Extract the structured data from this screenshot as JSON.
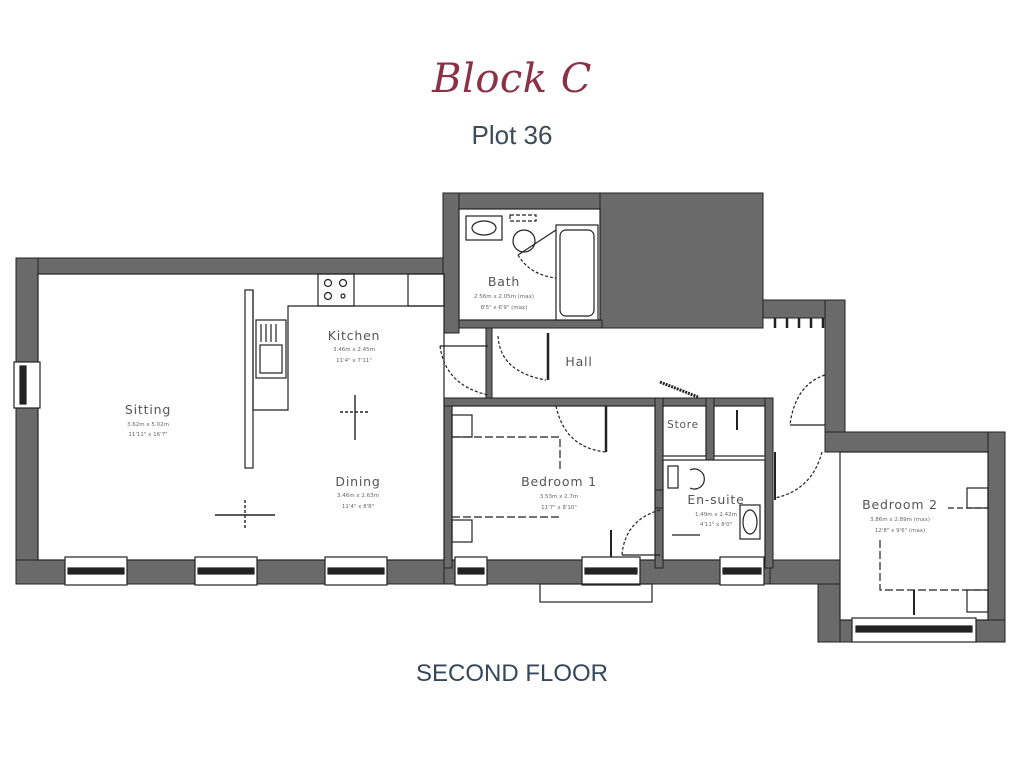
{
  "header": {
    "title": "Block C",
    "subtitle": "Plot 36"
  },
  "footer": {
    "floor_label": "SECOND FLOOR"
  },
  "colors": {
    "title": "#8a3148",
    "subtitle": "#3c4a5a",
    "wall": "#6a6a6a",
    "line": "#222222"
  },
  "rooms": [
    {
      "name": "Sitting",
      "dim_metric": "3.62m x 5.02m",
      "dim_imperial": "11'11\" x 16'7\""
    },
    {
      "name": "Kitchen",
      "dim_metric": "3.46m x 2.45m",
      "dim_imperial": "11'4\" x 7'11\""
    },
    {
      "name": "Dining",
      "dim_metric": "3.46m x 2.63m",
      "dim_imperial": "11'4\" x 8'8\""
    },
    {
      "name": "Bath",
      "dim_metric": "2.56m x 2.05m (max)",
      "dim_imperial": "8'5\" x 6'9\" (max)"
    },
    {
      "name": "Hall",
      "dim_metric": "",
      "dim_imperial": ""
    },
    {
      "name": "Store",
      "dim_metric": "",
      "dim_imperial": ""
    },
    {
      "name": "Bedroom 1",
      "dim_metric": "3.53m x 2.7m",
      "dim_imperial": "11'7\" x 8'10\""
    },
    {
      "name": "En-suite",
      "dim_metric": "1.49m x 2.42m",
      "dim_imperial": "4'11\" x 8'0\""
    },
    {
      "name": "Bedroom 2",
      "dim_metric": "3.86m x 2.89m (max)",
      "dim_imperial": "12'8\" x 9'6\" (max)"
    }
  ]
}
